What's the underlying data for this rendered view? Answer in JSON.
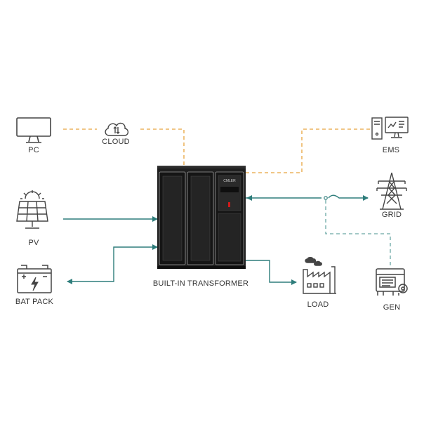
{
  "labels": {
    "pc": "PC",
    "cloud": "CLOUD",
    "ems": "EMS",
    "pv": "PV",
    "grid": "GRID",
    "bat_pack": "BAT  PACK",
    "load": "LOAD",
    "gen": "GEN",
    "transformer": "BUILT-IN TRANSFORMER"
  },
  "cabinet": {
    "brand": "CMLER"
  },
  "colors": {
    "power_line": "#2e7d7b",
    "comm_line": "#e8a33d",
    "gen_line": "#6aa7a4",
    "icon_stroke": "#444444",
    "cabinet": "#1f1f1f",
    "indicator": "#d11a1a"
  },
  "icons": {
    "pc": "monitor-icon",
    "cloud": "cloud-icon",
    "ems": "ems-workstation-icon",
    "pv": "solar-panel-icon",
    "grid": "transmission-tower-icon",
    "bat_pack": "battery-icon",
    "load": "factory-icon",
    "gen": "generator-icon"
  }
}
